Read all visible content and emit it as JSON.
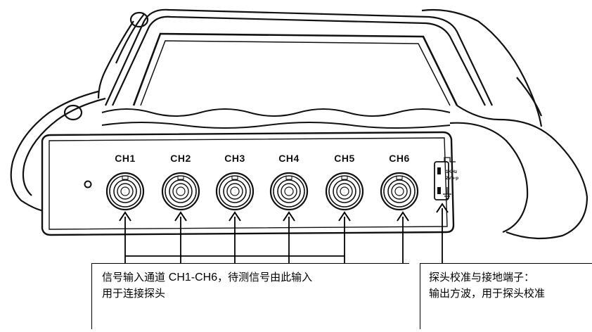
{
  "channels": [
    "CH1",
    "CH2",
    "CH3",
    "CH4",
    "CH5",
    "CH6"
  ],
  "calibration": {
    "freq": "1KHz",
    "amplitude": "2Vp-p"
  },
  "callouts": {
    "left": {
      "line1_prefix": "信号输入通道 ",
      "line1_code": "CH1-CH6",
      "line1_suffix": "，待测信号由此输入",
      "line2": "用于连接探头"
    },
    "right": {
      "line1": "探头校准与接地端子：",
      "line2": "输出方波，用于探头校准"
    }
  },
  "colors": {
    "line": "#000000",
    "background": "#ffffff"
  }
}
